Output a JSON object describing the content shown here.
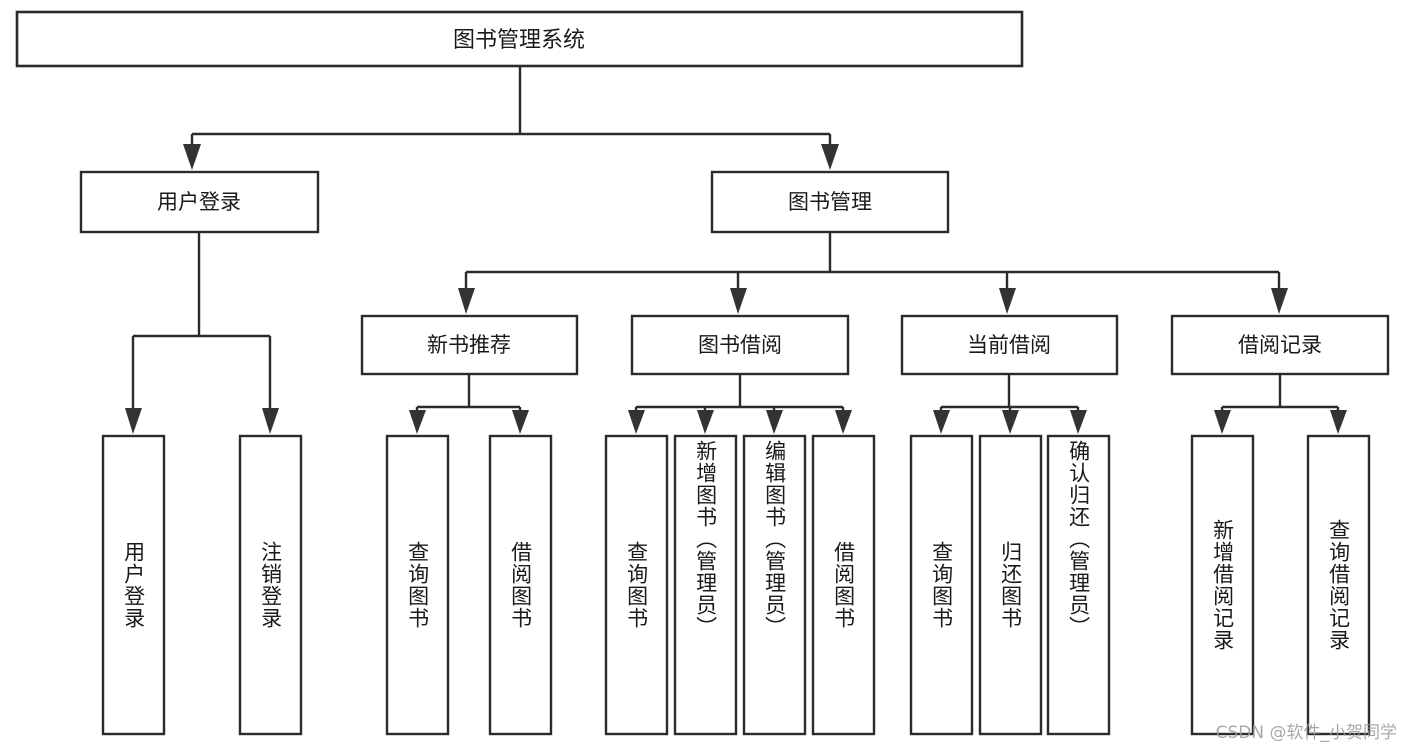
{
  "diagram": {
    "title": "图书管理系统",
    "type": "hierarchy-tree",
    "root": {
      "id": "root",
      "label": "图书管理系统"
    },
    "level2": [
      {
        "id": "user-login",
        "label": "用户登录"
      },
      {
        "id": "book-manage",
        "label": "图书管理"
      }
    ],
    "level3": [
      {
        "id": "new-book-recommend",
        "label": "新书推荐",
        "parent": "book-manage"
      },
      {
        "id": "book-borrow",
        "label": "图书借阅",
        "parent": "book-manage"
      },
      {
        "id": "current-borrow",
        "label": "当前借阅",
        "parent": "book-manage"
      },
      {
        "id": "borrow-record",
        "label": "借阅记录",
        "parent": "book-manage"
      }
    ],
    "leaves": [
      {
        "id": "leaf-user-login",
        "label": "用户登录",
        "parent": "user-login"
      },
      {
        "id": "leaf-logout-login",
        "label": "注销登录",
        "parent": "user-login"
      },
      {
        "id": "leaf-query-book-1",
        "label": "查询图书",
        "parent": "new-book-recommend"
      },
      {
        "id": "leaf-borrow-book-1",
        "label": "借阅图书",
        "parent": "new-book-recommend"
      },
      {
        "id": "leaf-query-book-2",
        "label": "查询图书",
        "parent": "book-borrow"
      },
      {
        "id": "leaf-add-book",
        "label": "新增图书（管理员）",
        "parent": "book-borrow"
      },
      {
        "id": "leaf-edit-book",
        "label": "编辑图书（管理员）",
        "parent": "book-borrow"
      },
      {
        "id": "leaf-borrow-book-2",
        "label": "借阅图书",
        "parent": "book-borrow"
      },
      {
        "id": "leaf-query-book-3",
        "label": "查询图书",
        "parent": "current-borrow"
      },
      {
        "id": "leaf-return-book",
        "label": "归还图书",
        "parent": "current-borrow"
      },
      {
        "id": "leaf-confirm-return",
        "label": "确认归还（管理员）",
        "parent": "current-borrow"
      },
      {
        "id": "leaf-add-record",
        "label": "新增借阅记录",
        "parent": "borrow-record"
      },
      {
        "id": "leaf-query-record",
        "label": "查询借阅记录",
        "parent": "borrow-record"
      }
    ]
  },
  "watermark": {
    "text": "CSDN @软件_小贺同学"
  },
  "colors": {
    "box_stroke": "#2b2b2b",
    "box_fill": "#ffffff",
    "text": "#1a1a1a",
    "connector": "#2b2b2b",
    "background": "#ffffff",
    "watermark": "#9a9a9a"
  }
}
